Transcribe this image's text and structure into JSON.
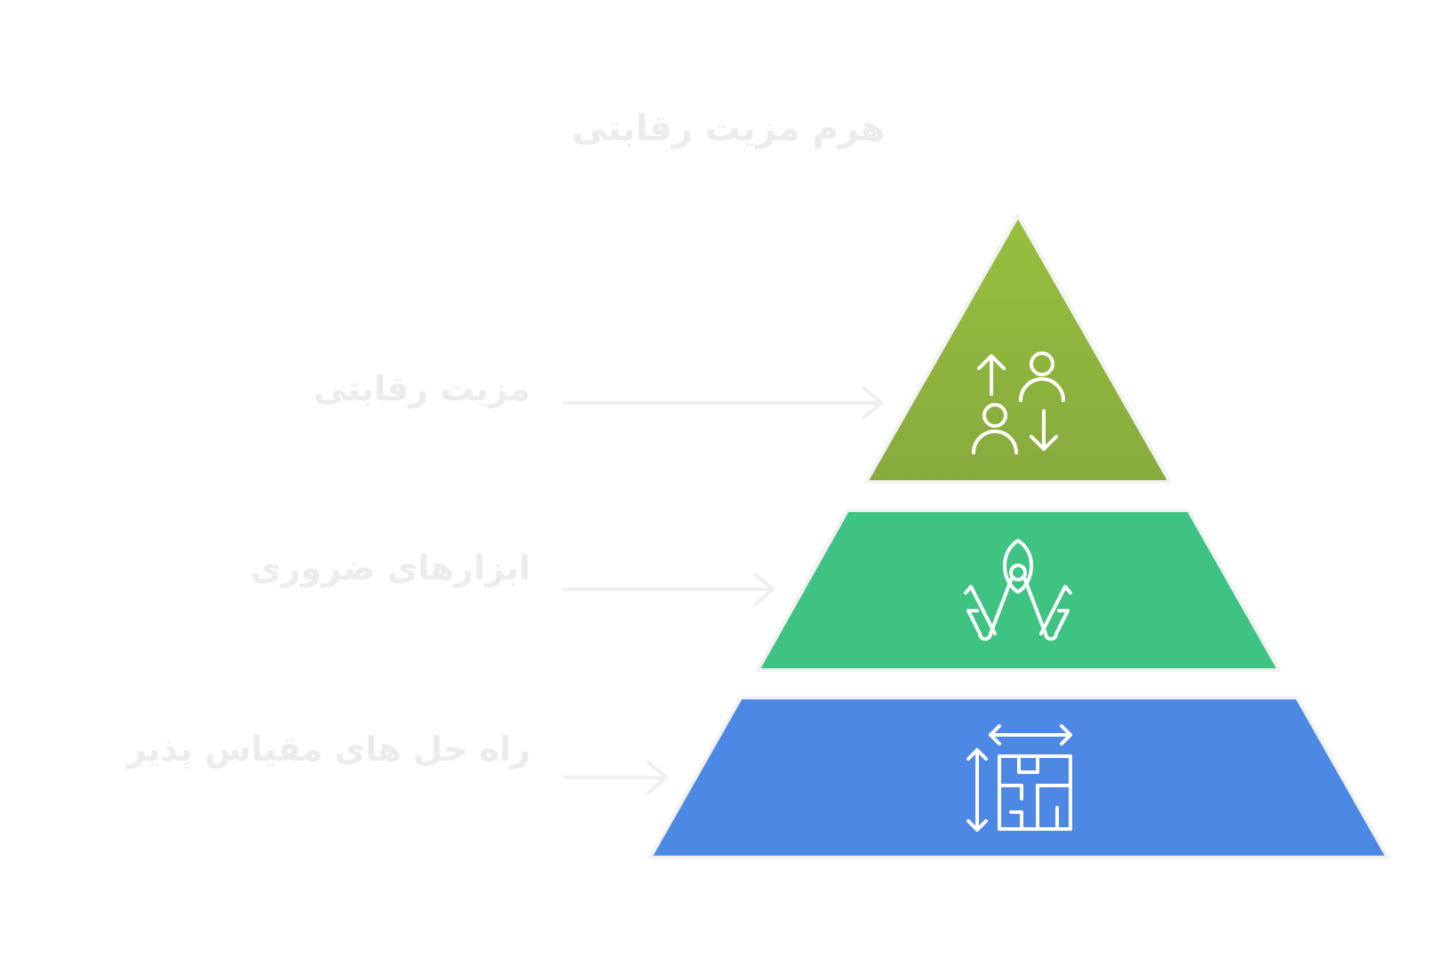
{
  "title": "هرم مزیت رقابتی",
  "levels": [
    {
      "label": "مزیت رقابتی",
      "icon": "people-ranking-icon",
      "color": "#93bb3d"
    },
    {
      "label": "ابزارهای ضروری",
      "icon": "multitool-icon",
      "color": "#3fc383"
    },
    {
      "label": "راه حل های مقیاس پذیر",
      "icon": "scalable-floorplan-icon",
      "color": "#4e88e5"
    }
  ]
}
